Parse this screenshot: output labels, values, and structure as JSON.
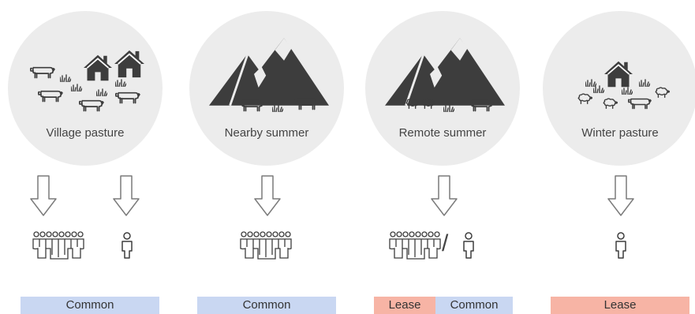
{
  "colors": {
    "common": "#c9d7f2",
    "lease": "#f7b4a5",
    "circle": "#ececec",
    "icon": "#3d3d3d"
  },
  "pastures": [
    {
      "label": "Village pasture",
      "icon": "village-houses-cattle-icon"
    },
    {
      "label": "Nearby summer",
      "icon": "mountain-cattle-icon"
    },
    {
      "label": "Remote summer",
      "icon": "mountain-sheep-cattle-icon"
    },
    {
      "label": "Winter pasture",
      "icon": "house-sheep-cattle-icon"
    }
  ],
  "access": {
    "village": [
      "group-icon",
      "person-icon"
    ],
    "nearby": [
      "group-icon"
    ],
    "remote": [
      "group-icon",
      "person-icon"
    ],
    "remote_separator": "/",
    "winter": [
      "person-icon"
    ]
  },
  "tenure": {
    "village": [
      "Common"
    ],
    "nearby": [
      "Common"
    ],
    "remote": [
      "Lease",
      "Common"
    ],
    "winter": [
      "Lease"
    ]
  }
}
